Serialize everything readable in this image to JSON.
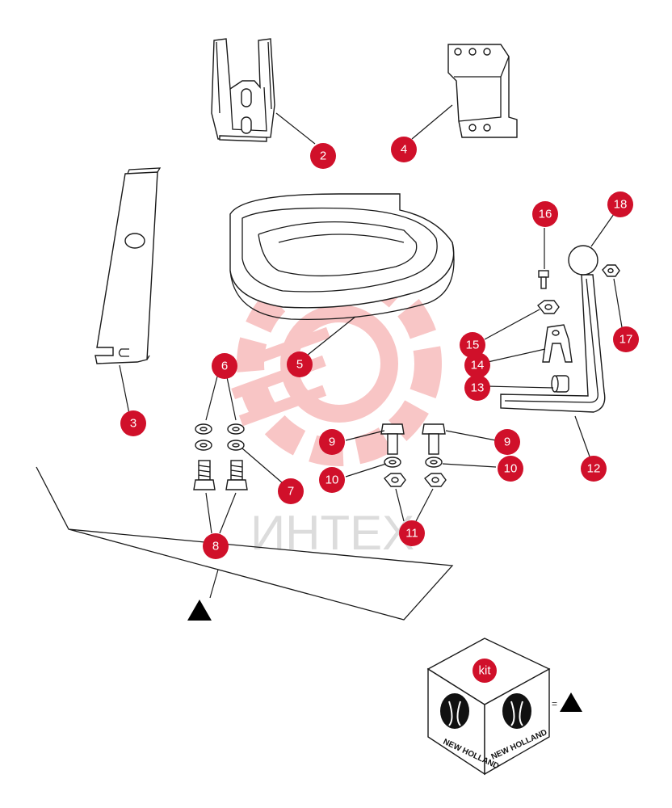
{
  "watermark": {
    "text": "ИНТЕХ",
    "color": "#f4a0a0"
  },
  "callout_color": "#d0102a",
  "callouts": [
    "2",
    "3",
    "4",
    "5",
    "6",
    "7",
    "8",
    "9",
    "9",
    "10",
    "10",
    "11",
    "12",
    "13",
    "14",
    "15",
    "16",
    "17",
    "18"
  ],
  "kit": {
    "label": "kit",
    "brand_left": "NEW HOLLAND",
    "brand_right": "NEW HOLLAND",
    "equals": "="
  }
}
